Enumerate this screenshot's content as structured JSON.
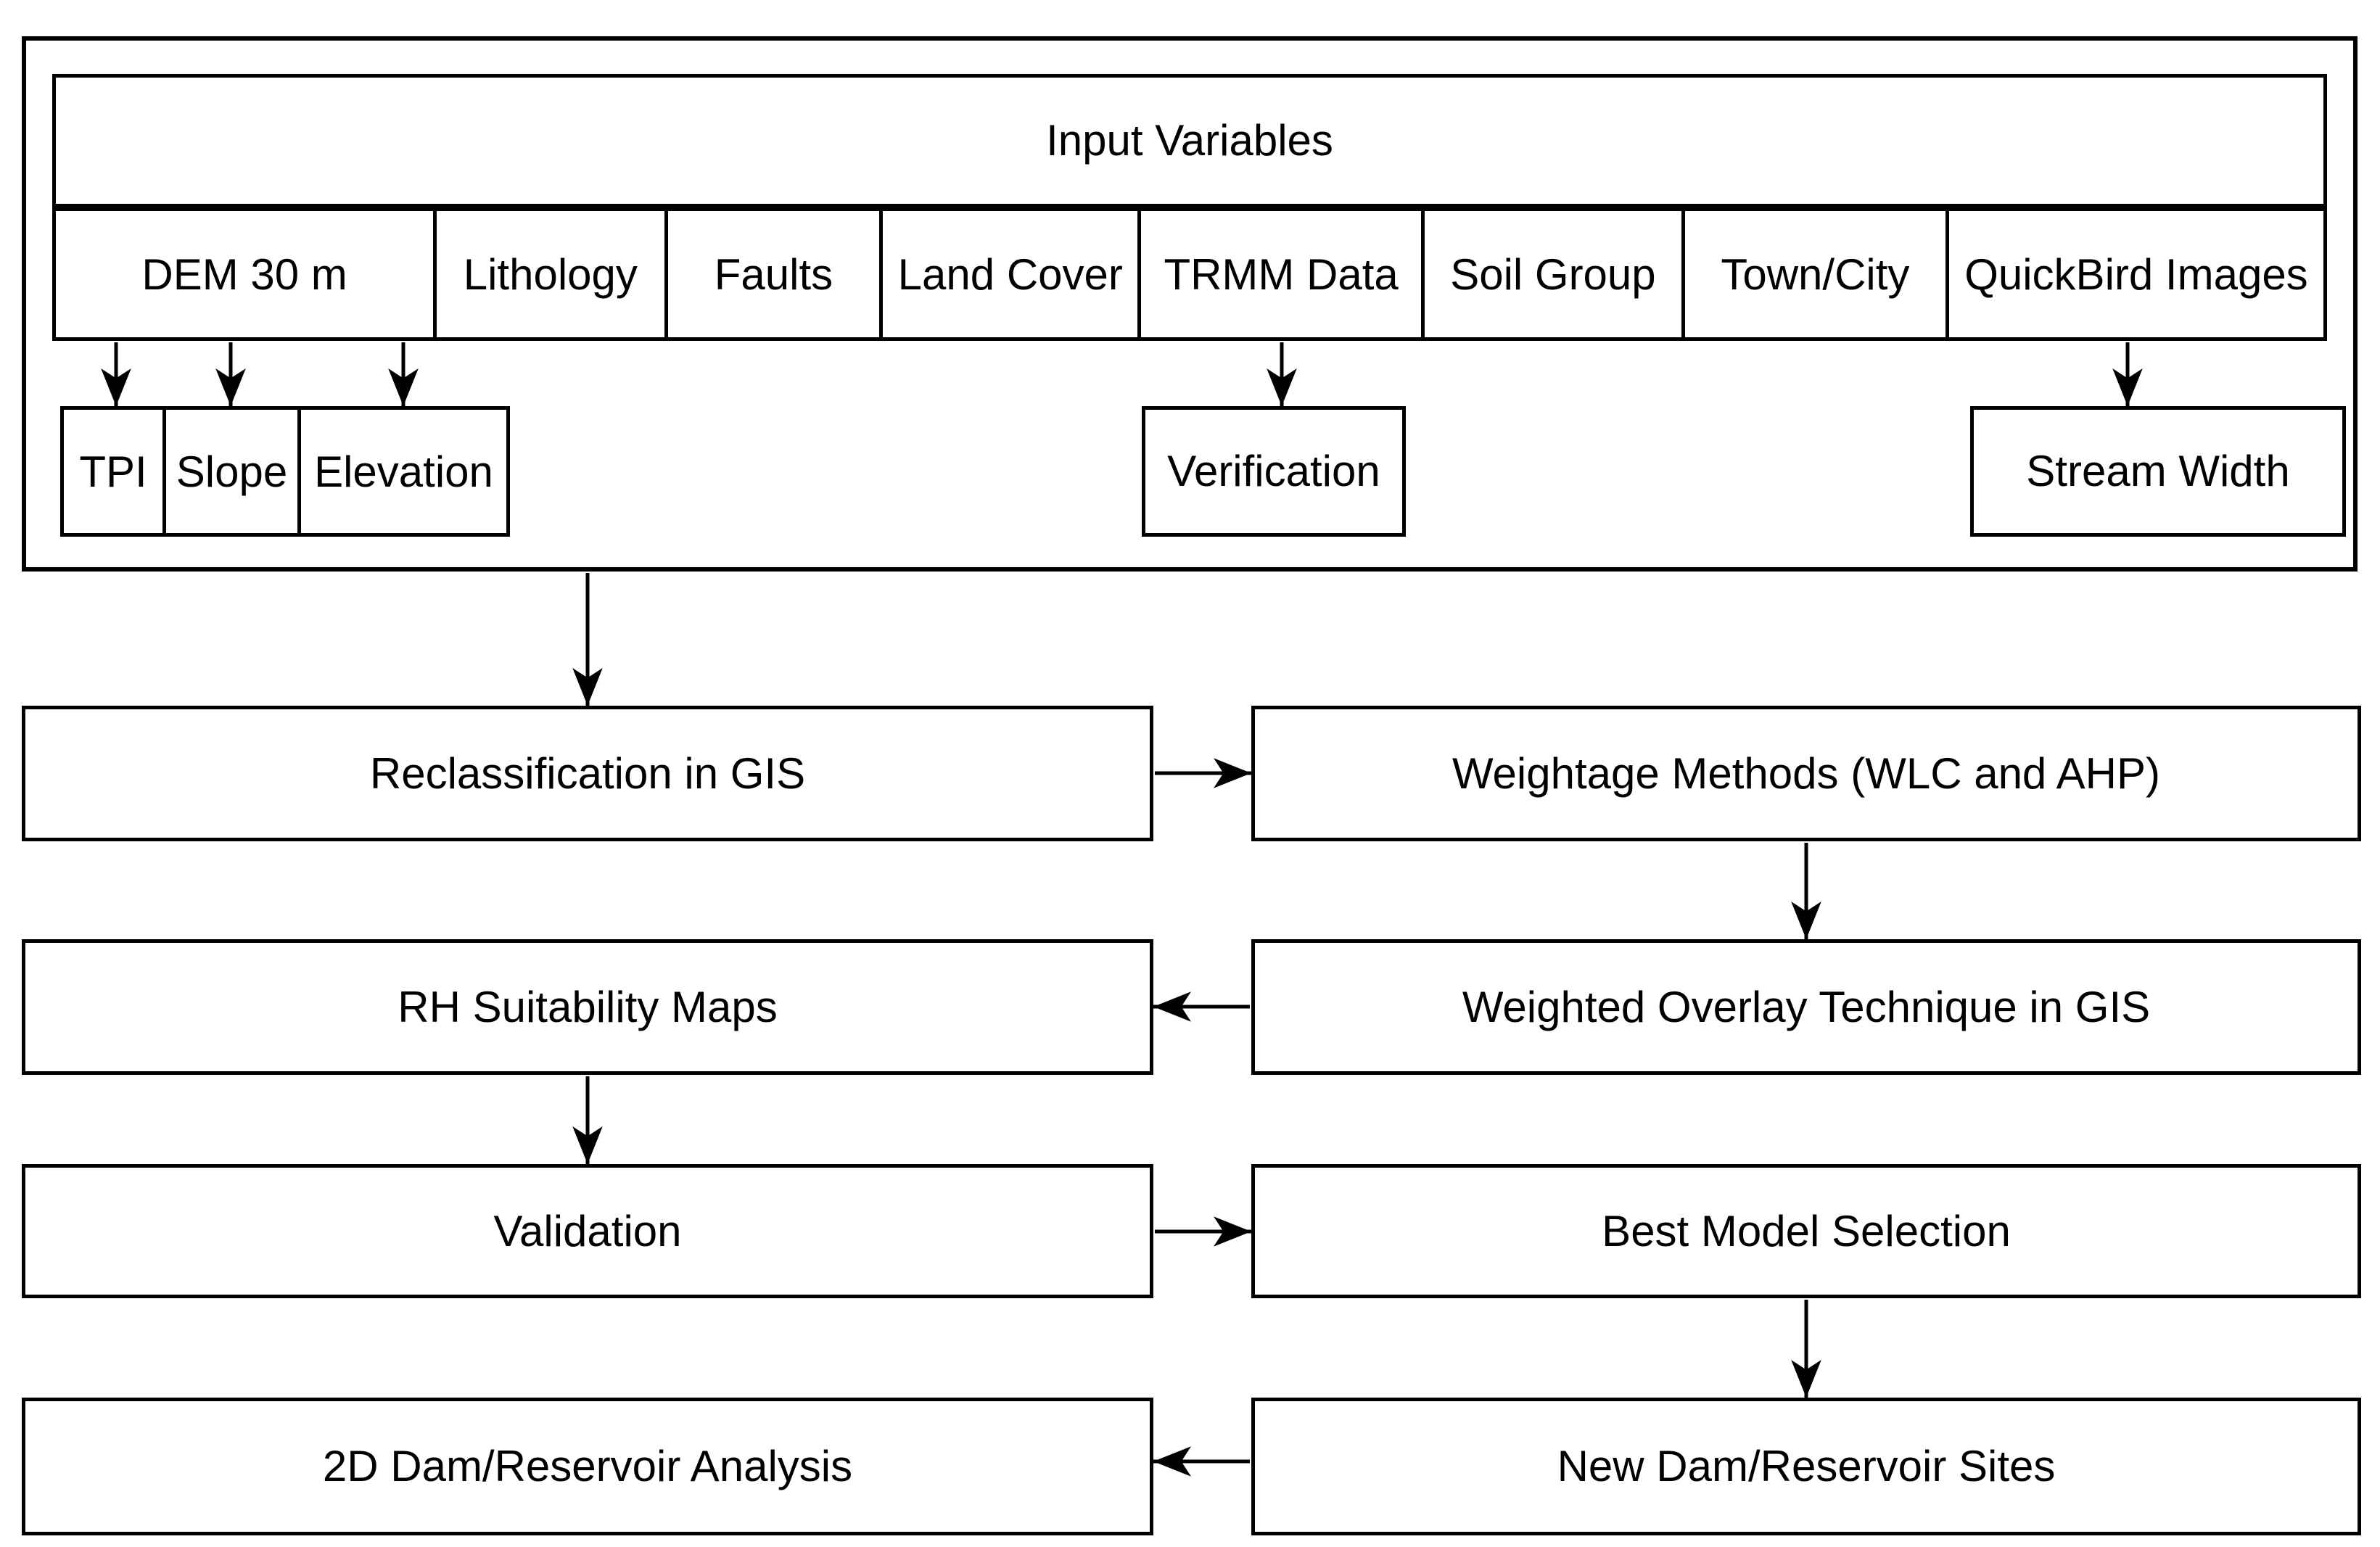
{
  "diagram": {
    "title_box": "Input Variables",
    "variables": {
      "dem": "DEM 30 m",
      "lithology": "Lithology",
      "faults": "Faults",
      "land_cover": "Land Cover",
      "trmm": "TRMM Data",
      "soil": "Soil Group",
      "town": "Town/City",
      "quickbird": "QuickBird Images"
    },
    "derived": {
      "tpi": "TPI",
      "slope": "Slope",
      "elevation": "Elevation",
      "verification": "Verification",
      "stream_width": "Stream Width"
    },
    "process": {
      "reclassification": "Reclassification in GIS",
      "weightage": "Weightage Methods (WLC and AHP)",
      "rh_maps": "RH Suitability Maps",
      "overlay": "Weighted Overlay Technique in GIS",
      "validation": "Validation",
      "best_model": "Best Model Selection",
      "analysis_2d": "2D Dam/Reservoir Analysis",
      "new_sites": "New Dam/Reservoir Sites"
    },
    "connections": [
      {
        "from": "DEM 30 m",
        "to": "TPI"
      },
      {
        "from": "DEM 30 m",
        "to": "Slope"
      },
      {
        "from": "DEM 30 m",
        "to": "Elevation"
      },
      {
        "from": "TRMM Data",
        "to": "Verification"
      },
      {
        "from": "QuickBird Images",
        "to": "Stream Width"
      },
      {
        "from": "Input Variables",
        "to": "Reclassification in GIS"
      },
      {
        "from": "Reclassification in GIS",
        "to": "Weightage Methods (WLC and AHP)"
      },
      {
        "from": "Weightage Methods (WLC and AHP)",
        "to": "Weighted Overlay Technique in GIS"
      },
      {
        "from": "Weighted Overlay Technique in GIS",
        "to": "RH Suitability Maps"
      },
      {
        "from": "RH Suitability Maps",
        "to": "Validation"
      },
      {
        "from": "Validation",
        "to": "Best Model Selection"
      },
      {
        "from": "Best Model Selection",
        "to": "New Dam/Reservoir Sites"
      },
      {
        "from": "New Dam/Reservoir Sites",
        "to": "2D Dam/Reservoir Analysis"
      }
    ],
    "colors": {
      "line": "#000000",
      "background": "#ffffff",
      "text": "#000000"
    }
  }
}
